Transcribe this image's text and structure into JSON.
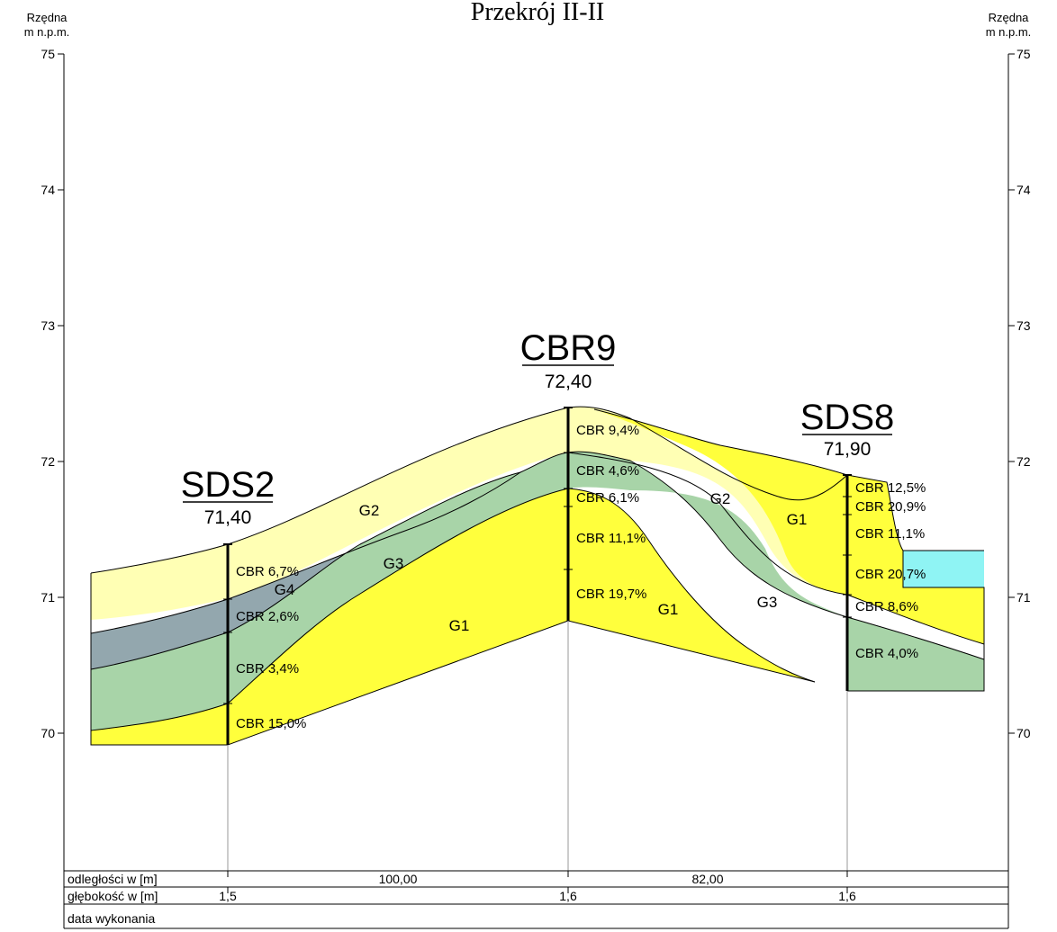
{
  "title": "Przekrój II-II",
  "axis": {
    "label_line1": "Rzędna",
    "label_line2": "m n.p.m.",
    "ticks": [
      75,
      74,
      73,
      72,
      71,
      70
    ]
  },
  "colors": {
    "G1": "#ffff3c",
    "G2": "#ffffb4",
    "G3": "#a8d4a8",
    "G4": "#93a7ae",
    "water": "#8ff4f4"
  },
  "boreholes": [
    {
      "name": "SDS2",
      "elevation": "71,40",
      "cbr": [
        "CBR 6,7%",
        "CBR 2,6%",
        "CBR 3,4%",
        "CBR 15,0%"
      ]
    },
    {
      "name": "CBR9",
      "elevation": "72,40",
      "cbr": [
        "CBR 9,4%",
        "CBR 4,6%",
        "CBR 6,1%",
        "CBR 11,1%",
        "CBR 19,7%"
      ]
    },
    {
      "name": "SDS8",
      "elevation": "71,90",
      "cbr": [
        "CBR 12,5%",
        "CBR 20,9%",
        "CBR 11,1%",
        "CBR 20,7%",
        "CBR 8,6%",
        "CBR 4,0%"
      ]
    }
  ],
  "layers": [
    {
      "label": "G2"
    },
    {
      "label": "G3"
    },
    {
      "label": "G4"
    },
    {
      "label": "G1"
    },
    {
      "label": "G1"
    },
    {
      "label": "G2"
    },
    {
      "label": "G1"
    },
    {
      "label": "G3"
    }
  ],
  "table": {
    "row1_label": "odległości w [m]",
    "row2_label": "głębokość w [m]",
    "row3_label": "data wykonania",
    "distances": [
      "100,00",
      "82,00"
    ],
    "depths": [
      "1,5",
      "1,6",
      "1,6"
    ]
  }
}
